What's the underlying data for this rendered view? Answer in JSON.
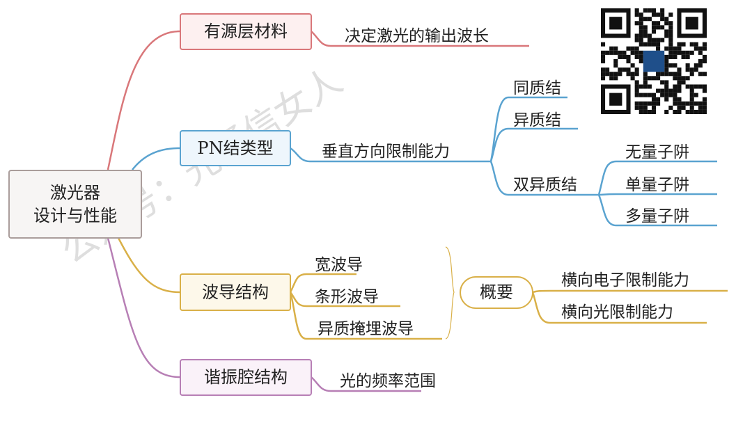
{
  "root": {
    "line1": "激光器",
    "line2": "设计与性能"
  },
  "branches": {
    "active": {
      "label": "有源层材料",
      "child": "决定激光的输出波长",
      "color": "#d9777a"
    },
    "pn": {
      "label": "PN结类型",
      "child": "垂直方向限制能力",
      "subs": [
        "同质结",
        "异质结",
        "双异质结"
      ],
      "double_subs": [
        "无量子阱",
        "单量子阱",
        "多量子阱"
      ],
      "color": "#5aa3d0"
    },
    "waveguide": {
      "label": "波导结构",
      "subs": [
        "宽波导",
        "条形波导",
        "异质掩埋波导"
      ],
      "summary": "概要",
      "summary_children": [
        "横向电子限制能力",
        "横向光限制能力"
      ],
      "color": "#d9b048"
    },
    "cavity": {
      "label": "谐振腔结构",
      "child": "光的频率范围",
      "color": "#b77fb5"
    }
  },
  "watermark": "公众号：光通信女人"
}
